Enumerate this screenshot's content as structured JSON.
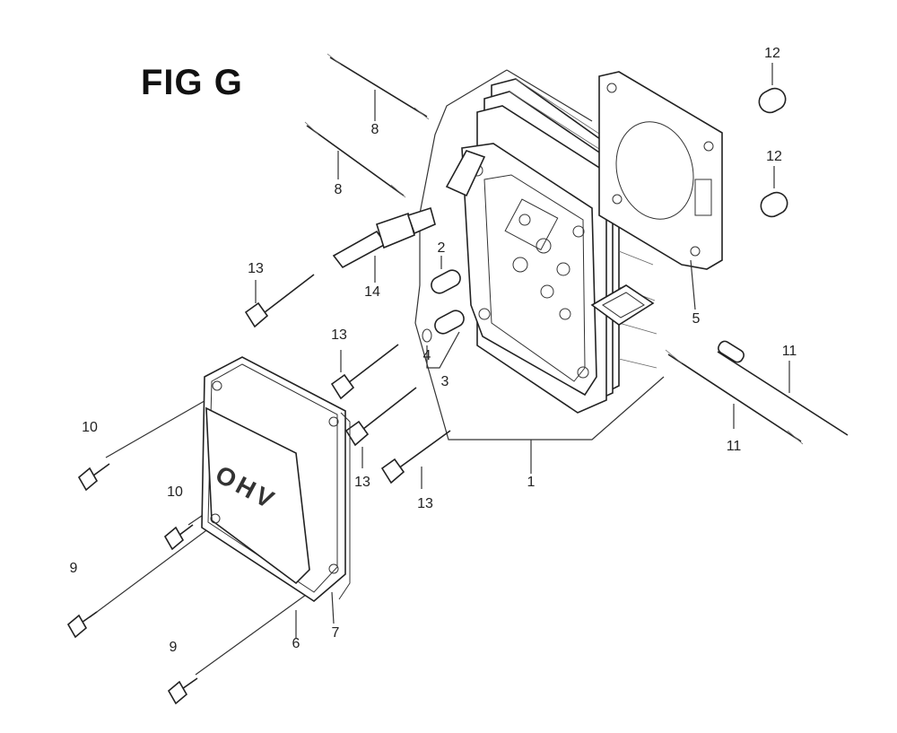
{
  "title": "FIG G",
  "callouts": {
    "p1": "1",
    "p2": "2",
    "p3": "3",
    "p4": "4",
    "p5": "5",
    "p6": "6",
    "p7": "7",
    "p8a": "8",
    "p8b": "8",
    "p9a": "9",
    "p9b": "9",
    "p10a": "10",
    "p10b": "10",
    "p11a": "11",
    "p11b": "11",
    "p12a": "12",
    "p12b": "12",
    "p13a": "13",
    "p13b": "13",
    "p13c": "13",
    "p13d": "13",
    "p14": "14"
  },
  "cover_lettering": "OHV"
}
